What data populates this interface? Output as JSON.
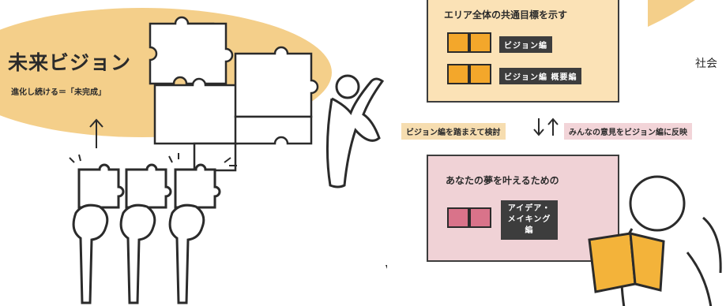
{
  "left": {
    "title": "未来ビジョン",
    "subtitle": "進化し続ける＝「未完成」"
  },
  "top_box": {
    "heading": "エリア全体の共通目標を示す",
    "label_1": "ビジョン編",
    "label_2": "ビジョン編 概要編"
  },
  "middle": {
    "left_tag": "ビジョン編を踏まえて検討",
    "right_tag": "みんなの意見をビジョン編に反映"
  },
  "bottom_box": {
    "heading": "あなたの夢を叶えるための",
    "label_line1": "アイデア・",
    "label_line2": "メイキング編"
  },
  "right_partial_text": "社会",
  "colors": {
    "yellow": "#f4cf8a",
    "orange_book": "#f3a72b",
    "pink_box": "#f0d2d6",
    "pink_book": "#d9738a",
    "dark_label": "#3d3d3d",
    "top_box_bg": "#fbe2b6"
  },
  "icons": [
    "puzzle-piece-icon",
    "open-book-icon",
    "arrow-up-icon",
    "arrow-down-icon",
    "hand-icon",
    "person-icon"
  ]
}
